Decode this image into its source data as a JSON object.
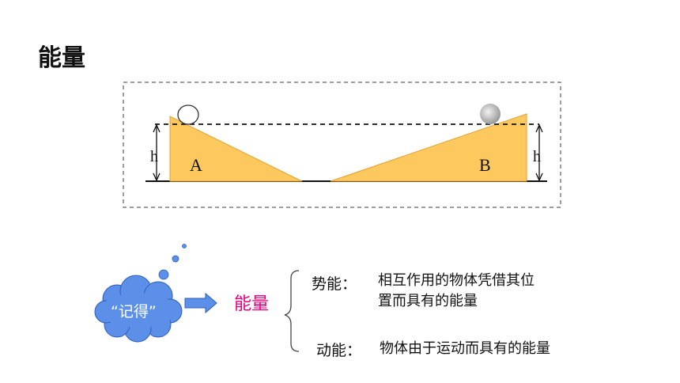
{
  "slide": {
    "title": "能量"
  },
  "diagram": {
    "left_label": "A",
    "right_label": "B",
    "height_symbol_left": "h",
    "height_symbol_right": "h",
    "ramp_color": "#fdc95e",
    "frame_style": "dashed"
  },
  "memo": {
    "cloud_text": "“记得”",
    "cloud_color": "#5b8fe8",
    "arrow_color": "#5b8fe8",
    "target": "能量",
    "target_color": "#e4007f"
  },
  "definitions": [
    {
      "term": "势能：",
      "desc_line1": "相互作用的物体凭借其位",
      "desc_line2": "置而具有的能量"
    },
    {
      "term": "动能：",
      "desc_line1": "物体由于运动而具有的能量"
    }
  ]
}
